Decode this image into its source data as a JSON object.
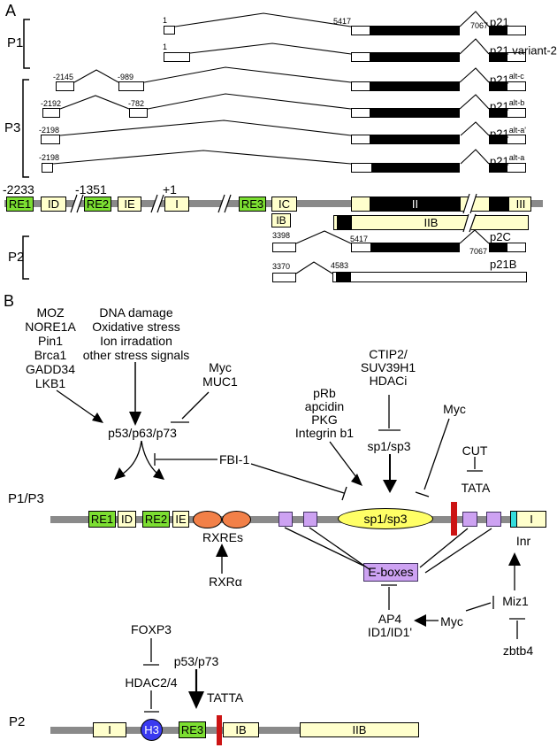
{
  "colors": {
    "green_box": "#7CDE32",
    "pale_yellow": "#FFFFCC",
    "orange_ellipse": "#F28048",
    "purple_box": "#CDA2F2",
    "yellow_ellipse": "#FFFF66",
    "red_bar": "#CC1414",
    "cyan_bar": "#33DDDD",
    "blue_circle": "#3A3AF0",
    "gray_line": "#8a8a8a"
  },
  "panel_a": {
    "label": "A",
    "groups": [
      {
        "label": "P1"
      },
      {
        "label": "P3"
      },
      {
        "label": "P2"
      }
    ],
    "rows": [
      {
        "base": "p21",
        "sup": "",
        "n1": "1",
        "n2": "5417",
        "n3": "7067"
      },
      {
        "base": "p21 variant-2",
        "sup": "",
        "n1": "1"
      },
      {
        "base": "p21",
        "sup": "alt-c",
        "n1": "-2145",
        "n2": "-989"
      },
      {
        "base": "p21",
        "sup": "alt-b",
        "n1": "-2192",
        "n2": "-782"
      },
      {
        "base": "p21",
        "sup": "alt-a'",
        "n1": "-2198"
      },
      {
        "base": "p21",
        "sup": "alt-a",
        "n1": "-2198"
      }
    ],
    "gene": {
      "pos_re1": "-2233",
      "pos_re2": "-1351",
      "pos_tss": "+1",
      "re1": "RE1",
      "id": "ID",
      "re2": "RE2",
      "ie": "IE",
      "i": "I",
      "re3": "RE3",
      "ic": "IC",
      "ib": "IB",
      "ii": "II",
      "iii": "III",
      "iib": "IIB"
    },
    "p2_rows": [
      {
        "label": "p2C",
        "n1": "3398",
        "n2": "5417",
        "n3": "7067"
      },
      {
        "label": "p21B",
        "n1": "3370",
        "n2": "4583"
      }
    ]
  },
  "panel_b": {
    "label": "B",
    "texts": {
      "moz_block": "MOZ\nNORE1A\nPin1\nBrca1\nGADD34\nLKB1",
      "stress_block": "DNA damage\nOxidative stress\nIon irradation\nother stress signals",
      "myc_muc1": "Myc\nMUC1",
      "p53_p63_p73": "p53/p63/p73",
      "fbi1": "FBI-1",
      "ctip2_block": "CTIP2/\nSUV39H1\nHDACi",
      "prb_block": "pRb\napcidin\nPKG\nIntegrin b1",
      "sp1sp3": "sp1/sp3",
      "myc_right": "Myc",
      "cut": "CUT",
      "tata": "TATA",
      "p1p3_label": "P1/P3",
      "rxres": "RXREs",
      "rxra": "RXRα",
      "inr": "Inr",
      "eboxes": "E-boxes",
      "ap4_block": "AP4\nID1/ID1'",
      "myc_bottom": "Myc",
      "miz1": "Miz1",
      "zbtb4": "zbtb4",
      "foxp3": "FOXP3",
      "hdac24": "HDAC2/4",
      "p53p73": "p53/p73",
      "tatta": "TATTA",
      "p2_label": "P2"
    },
    "p1p3_line": {
      "re1": "RE1",
      "id": "ID",
      "re2": "RE2",
      "ie": "IE",
      "sp1sp3": "sp1/sp3",
      "i": "I"
    },
    "p2_line": {
      "i": "I",
      "h3": "H3",
      "re3": "RE3",
      "ib": "IB",
      "iib": "IIB"
    }
  }
}
